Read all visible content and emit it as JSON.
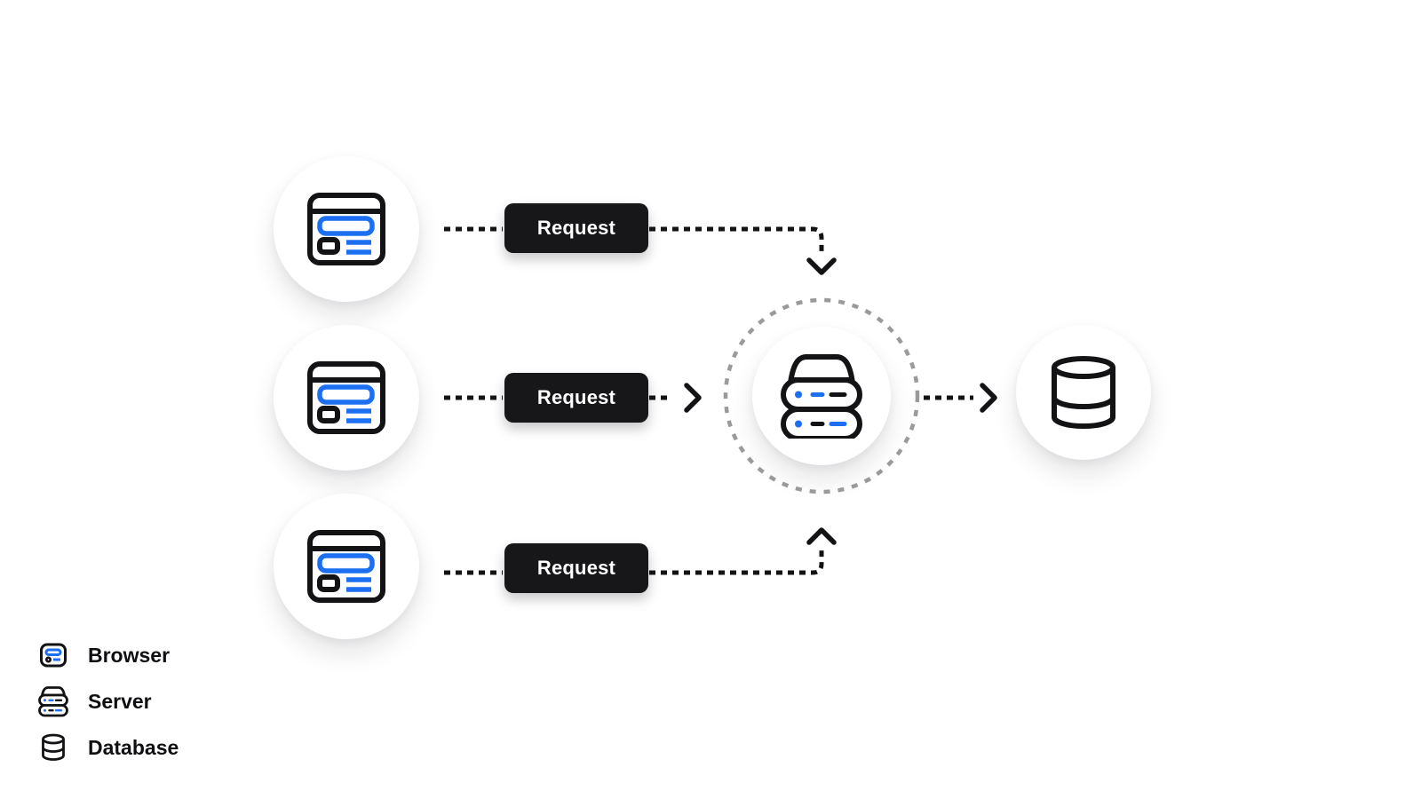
{
  "diagram": {
    "type": "flow-diagram",
    "description_visible_content": "three browsers send requests to one server which reads a database",
    "buttons": [
      {
        "label": "Request"
      },
      {
        "label": "Request"
      },
      {
        "label": "Request"
      }
    ],
    "nodes": [
      {
        "id": "browser-1",
        "icon": "browser-window-icon"
      },
      {
        "id": "browser-2",
        "icon": "browser-window-icon"
      },
      {
        "id": "browser-3",
        "icon": "browser-window-icon"
      },
      {
        "id": "server",
        "icon": "server-stack-icon"
      },
      {
        "id": "database",
        "icon": "database-cylinder-icon"
      }
    ],
    "legend": {
      "items": [
        {
          "label": "Browser",
          "icon": "browser-window-icon"
        },
        {
          "label": "Server",
          "icon": "server-stack-icon"
        },
        {
          "label": "Database",
          "icon": "database-cylinder-icon"
        }
      ]
    },
    "colors": {
      "background": "#ffffff",
      "ink": "#131316",
      "accent": "#1d6ff2",
      "pill-bg": "#17171a",
      "pill-text": "#ffffff",
      "ring": "#9a9a9a"
    }
  }
}
